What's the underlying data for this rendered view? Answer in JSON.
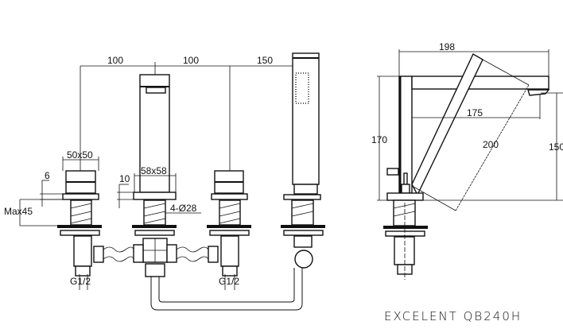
{
  "dimensions": {
    "spacing_1": "100",
    "spacing_2": "100",
    "spacing_3": "150",
    "handle_size": "50x50",
    "spout_base_size": "58x58",
    "handle_plate_thickness": "6",
    "spout_plate_thickness": "10",
    "max_deck": "Max45",
    "holes": "4-Ø28",
    "thread_left": "G1/2",
    "thread_right": "G1/2",
    "side_reach": "198",
    "side_inner_reach": "175",
    "side_height": "170",
    "side_outlet_height": "150",
    "swivel_length": "200"
  },
  "title": "EXCELENT QB240H"
}
